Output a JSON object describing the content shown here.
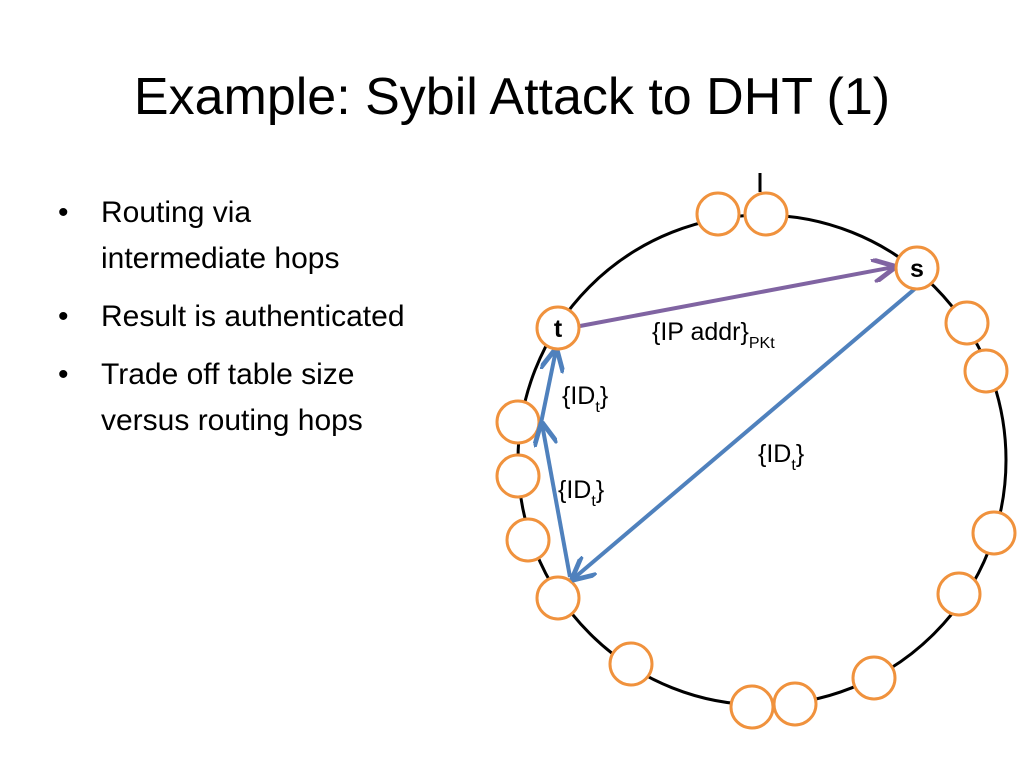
{
  "slide": {
    "title": "Example: Sybil Attack to DHT (1)",
    "bullets": [
      {
        "marker": "•",
        "lines": [
          "Routing via",
          "intermediate hops"
        ]
      },
      {
        "marker": "•",
        "lines": [
          "Result is authenticated"
        ]
      },
      {
        "marker": "•",
        "lines": [
          "Trade off table size",
          "versus routing hops"
        ]
      }
    ]
  },
  "diagram": {
    "colors": {
      "ring": "#000000",
      "node_stroke": "#f0923d",
      "purple_arrow": "#8064a2",
      "blue_arrow": "#4f81bd"
    },
    "nodes": {
      "t": "t",
      "s": "s"
    },
    "labels": {
      "ip_addr": {
        "main": "{IP addr}",
        "sub": "PKt"
      },
      "id_t_1": {
        "open": "{ID",
        "sub": "t",
        "close": "}"
      },
      "id_t_2": {
        "open": "{ID",
        "sub": "t",
        "close": "}"
      },
      "id_t_3": {
        "open": "{ID",
        "sub": "t",
        "close": "}"
      }
    }
  }
}
